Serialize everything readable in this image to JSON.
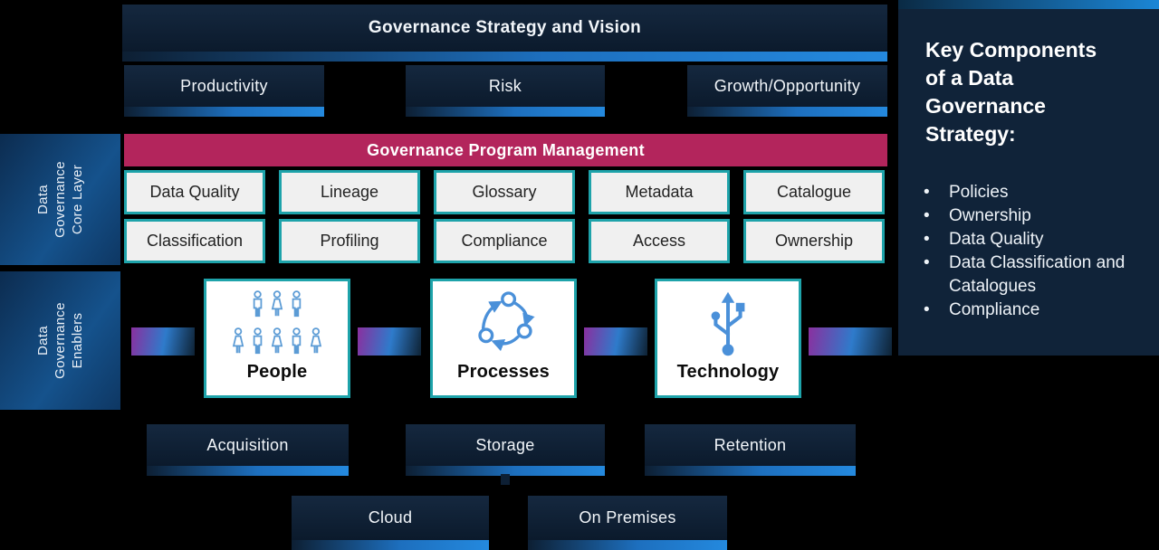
{
  "top_banner": {
    "title": "Governance Strategy and Vision"
  },
  "drivers": [
    "Productivity",
    "Risk",
    "Growth/Opportunity"
  ],
  "core_layer": {
    "side_label_lines": [
      "Data",
      "Governance",
      "Core Layer"
    ],
    "banner": "Governance Program Management",
    "capabilities": [
      [
        "Data Quality",
        "Lineage",
        "Glossary",
        "Metadata",
        "Catalogue"
      ],
      [
        "Classification",
        "Profiling",
        "Compliance",
        "Access",
        "Ownership"
      ]
    ]
  },
  "enablers": {
    "side_label_lines": [
      "Data",
      "Governance",
      "Enablers"
    ],
    "items": [
      {
        "label": "People",
        "icon": "people-group-icon"
      },
      {
        "label": "Processes",
        "icon": "process-cycle-icon"
      },
      {
        "label": "Technology",
        "icon": "usb-technology-icon"
      }
    ]
  },
  "lifecycle": [
    "Acquisition",
    "Storage",
    "Retention"
  ],
  "deployment": [
    "Cloud",
    "On Premises"
  ],
  "key_components": {
    "title_lines": [
      "Key Components",
      "of a Data",
      "Governance",
      "Strategy:"
    ],
    "bullet": "•",
    "bullets": [
      "Policies",
      "Ownership",
      "Data Quality",
      "Data Classification and Catalogues",
      "Compliance"
    ]
  },
  "colors": {
    "background": "#000000",
    "navy_box": "#0d1f34",
    "accent_blue": "#1f7ccd",
    "crimson": "#b3255c",
    "teal_border": "#1ea3aa",
    "cell_bg": "#f0f0f0",
    "side_label_blue": "#14518a",
    "panel_navy": "#102339",
    "icon_blue": "#5b9bd5",
    "connector_purple": "#8a309f"
  }
}
